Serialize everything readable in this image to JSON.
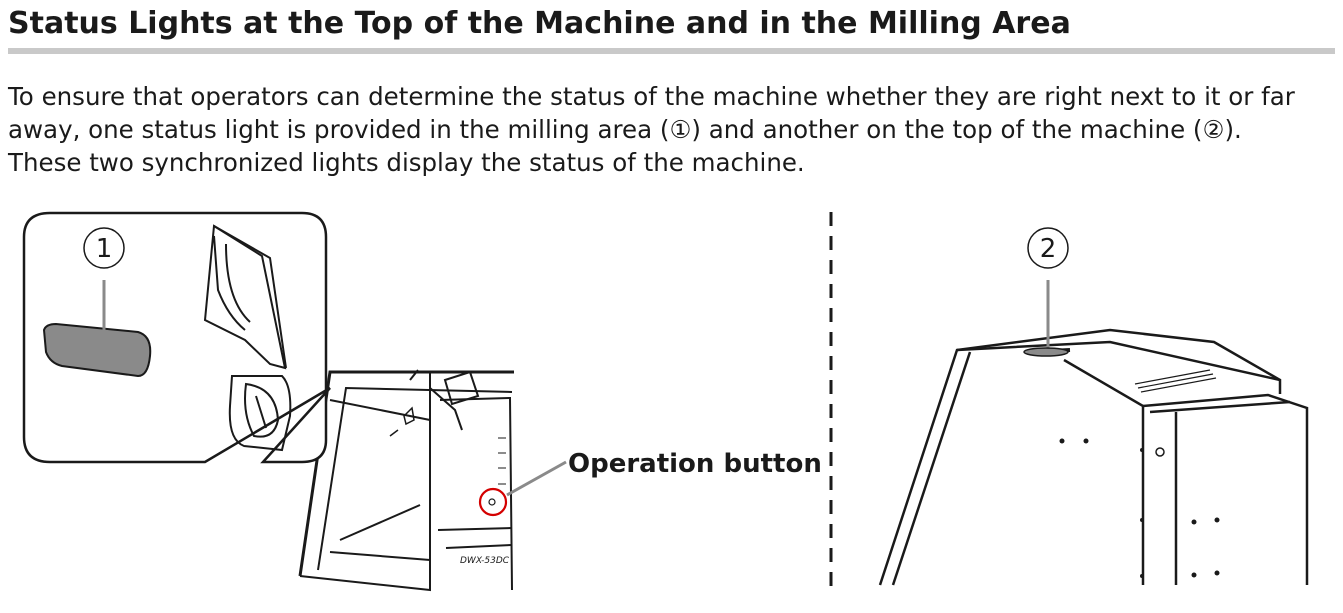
{
  "title": "Status Lights at the Top of the Machine and in the Milling Area",
  "paragraph": {
    "line1": "To ensure that operators can determine the status of the machine whether they are right next to it or far",
    "line2": "away, one status light is provided in the milling area (①) and another on the top of the machine (②).",
    "line3": "These two synchronized lights display the status of the machine."
  },
  "figure_left": {
    "marker": "1",
    "callout": "Operation button",
    "model_label": "DWX-53DC"
  },
  "figure_right": {
    "marker": "2"
  },
  "colors": {
    "rule": "#c9c9c9",
    "highlight_circle": "#d40000",
    "status_light": "#8a8a8a"
  }
}
